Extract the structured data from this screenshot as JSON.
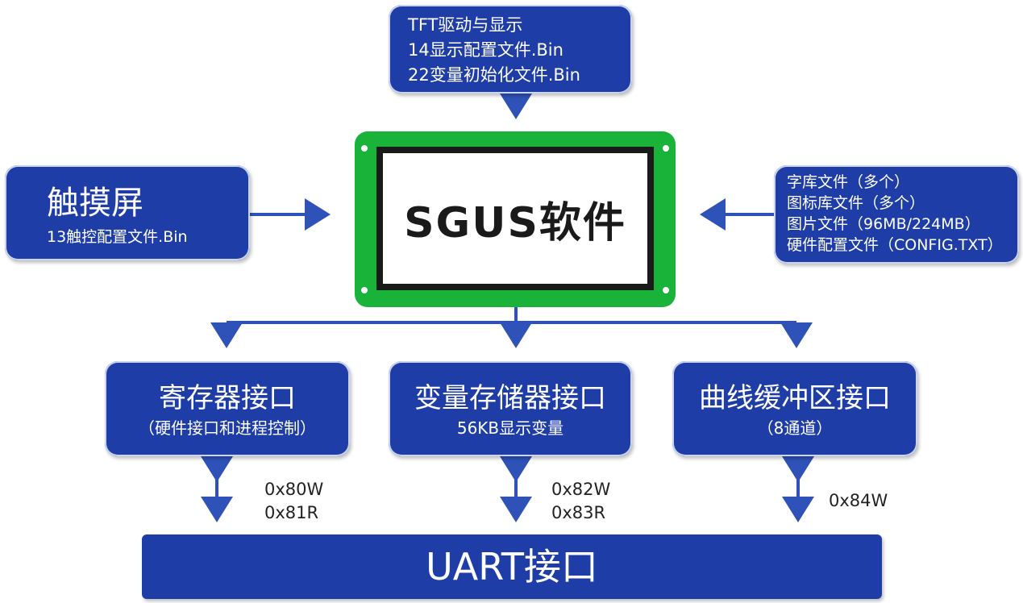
{
  "top": {
    "lines": [
      "TFT驱动与显示",
      "14显示配置文件.Bin",
      "22变量初始化文件.Bin"
    ]
  },
  "touch": {
    "title": "触摸屏",
    "subtitle": "13触控配置文件.Bin"
  },
  "center": {
    "label": "SGUS软件"
  },
  "right": {
    "lines": [
      "字库文件（多个）",
      "图标库文件（多个）",
      "图片文件（96MB/224MB）",
      "硬件配置文件（CONFIG.TXT）"
    ]
  },
  "interfaces": [
    {
      "title": "寄存器接口",
      "subtitle": "（硬件接口和进程控制）",
      "addresses": [
        "0x80W",
        "0x81R"
      ]
    },
    {
      "title": "变量存储器接口",
      "subtitle": "56KB显示变量",
      "addresses": [
        "0x82W",
        "0x83R"
      ]
    },
    {
      "title": "曲线缓冲区接口",
      "subtitle": "（8通道）",
      "addresses": [
        "0x84W"
      ]
    }
  ],
  "uart": {
    "label": "UART接口"
  },
  "colors": {
    "box_blue": "#1f3da6",
    "arrow_blue": "#2f52b8",
    "screen_green": "#19b33a",
    "screen_border": "#1a1a1a"
  }
}
